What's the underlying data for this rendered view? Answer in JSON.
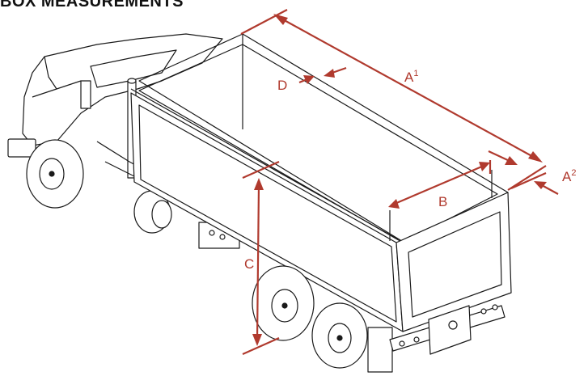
{
  "title": "BOX MEASUREMENTS",
  "colors": {
    "dimension": "#b03a2e",
    "outline": "#1a1a1a",
    "background": "#ffffff"
  },
  "labels": {
    "a1": {
      "letter": "A",
      "sup": "1"
    },
    "a2": {
      "letter": "A",
      "sup": "2"
    },
    "b": "B",
    "c": "C",
    "d": "D"
  }
}
